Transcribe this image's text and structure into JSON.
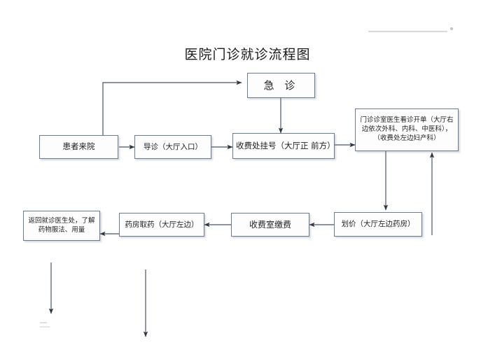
{
  "document": {
    "title": "医院门诊就诊流程图",
    "page_background": "#ffffff",
    "box_border_color": "#6b7a90",
    "box_fill_color": "#fdfdfd",
    "connector_color": "#4b5566",
    "text_color": "#1d1d1d"
  },
  "nodes": {
    "patient_arrival": {
      "label": "患者来院"
    },
    "guidance": {
      "label": "导诊（大厅入口）"
    },
    "registration": {
      "label": "收费处挂号（大厅正 前方）"
    },
    "emergency": {
      "label": "急 诊"
    },
    "consultation": {
      "label": "门诊诊室医生看诊开单（大厅右边依次外科、内科、中医科），（收费处左边妇产科）"
    },
    "pricing": {
      "label": "划价（大厅左边药房）"
    },
    "payment": {
      "label": "收费室缴费"
    },
    "dispensing": {
      "label": "药房取药（大厅左边）"
    },
    "return_to_doctor": {
      "label": "返回就诊医生处，了解药物服法、用量"
    }
  },
  "connectors": [
    {
      "name": "patient-to-emergency",
      "from": "patient_arrival",
      "to": "emergency",
      "style": "elbow-up-right"
    },
    {
      "name": "patient-to-guidance",
      "from": "patient_arrival",
      "to": "guidance",
      "style": "straight-right"
    },
    {
      "name": "guidance-to-registration",
      "from": "guidance",
      "to": "registration",
      "style": "straight-right"
    },
    {
      "name": "emergency-to-registration",
      "from": "emergency",
      "to": "registration",
      "style": "straight-down"
    },
    {
      "name": "registration-to-consultation",
      "from": "registration",
      "to": "consultation",
      "style": "straight-right"
    },
    {
      "name": "consultation-to-pricing",
      "from": "consultation",
      "to": "pricing",
      "style": "straight-down"
    },
    {
      "name": "pricing-to-payment",
      "from": "pricing",
      "to": "payment",
      "style": "straight-left"
    },
    {
      "name": "payment-to-dispensing",
      "from": "payment",
      "to": "dispensing",
      "style": "straight-left"
    },
    {
      "name": "dispensing-to-return",
      "from": "dispensing",
      "to": "return_to_doctor",
      "style": "straight-left"
    },
    {
      "name": "return-to-consultation",
      "from": "return_to_doctor",
      "to": "consultation",
      "style": "elbow-up-right"
    },
    {
      "name": "return-outflow",
      "from": "return_to_doctor",
      "to": "",
      "style": "straight-down-open"
    },
    {
      "name": "dispensing-outflow",
      "from": "dispensing",
      "to": "",
      "style": "straight-down-open"
    }
  ]
}
